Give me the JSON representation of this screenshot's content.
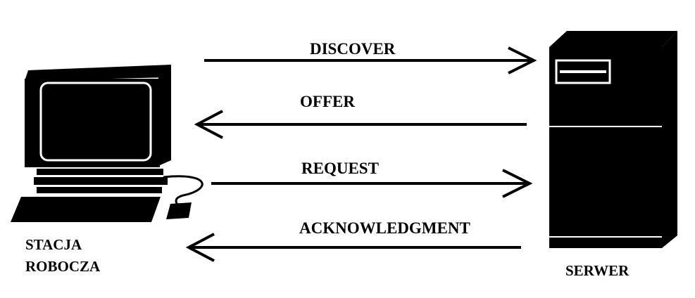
{
  "nodes": {
    "client": {
      "line1": "STACJA",
      "line2": "ROBOCZA"
    },
    "server": {
      "label": "SERWER"
    }
  },
  "messages": [
    {
      "label": "DISCOVER",
      "direction": "to-server"
    },
    {
      "label": "OFFER",
      "direction": "to-client"
    },
    {
      "label": "REQUEST",
      "direction": "to-server"
    },
    {
      "label": "ACKNOWLEDGMENT",
      "direction": "to-client"
    }
  ]
}
